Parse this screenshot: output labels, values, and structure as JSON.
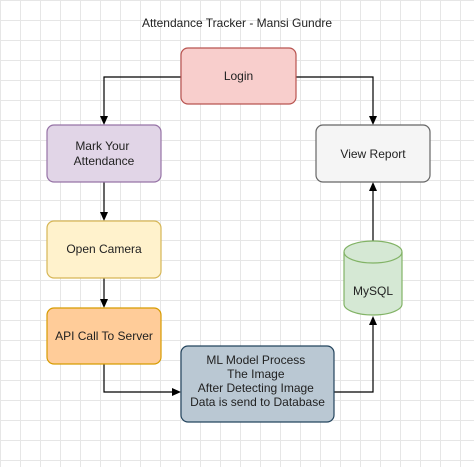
{
  "title": "Attendance Tracker - Mansi Gundre",
  "nodes": {
    "login": {
      "lines": [
        "Login"
      ],
      "fill": "#f8cecc",
      "stroke": "#b85450"
    },
    "view_report": {
      "lines": [
        "View Report"
      ],
      "fill": "#f5f5f5",
      "stroke": "#666666"
    },
    "mark_attendance": {
      "lines": [
        "Mark Your",
        "Attendance"
      ],
      "fill": "#e1d5e7",
      "stroke": "#9673a6"
    },
    "open_camera": {
      "lines": [
        "Open Camera"
      ],
      "fill": "#fff2cc",
      "stroke": "#d6b656"
    },
    "api_call": {
      "lines": [
        "API Call To Server"
      ],
      "fill": "#ffcc99",
      "stroke": "#d79b00"
    },
    "ml_process": {
      "lines": [
        "ML Model Process",
        "The Image",
        "After Detecting Image",
        "Data is send to Database"
      ],
      "fill": "#bac8d3",
      "stroke": "#23445d"
    },
    "mysql": {
      "lines": [
        "MySQL"
      ],
      "fill": "#d5e8d4",
      "stroke": "#82b366"
    }
  },
  "edges": [
    {
      "from": "login",
      "to": "mark_attendance"
    },
    {
      "from": "login",
      "to": "view_report"
    },
    {
      "from": "mark_attendance",
      "to": "open_camera"
    },
    {
      "from": "open_camera",
      "to": "api_call"
    },
    {
      "from": "api_call",
      "to": "ml_process"
    },
    {
      "from": "ml_process",
      "to": "mysql"
    },
    {
      "from": "mysql",
      "to": "view_report"
    }
  ]
}
